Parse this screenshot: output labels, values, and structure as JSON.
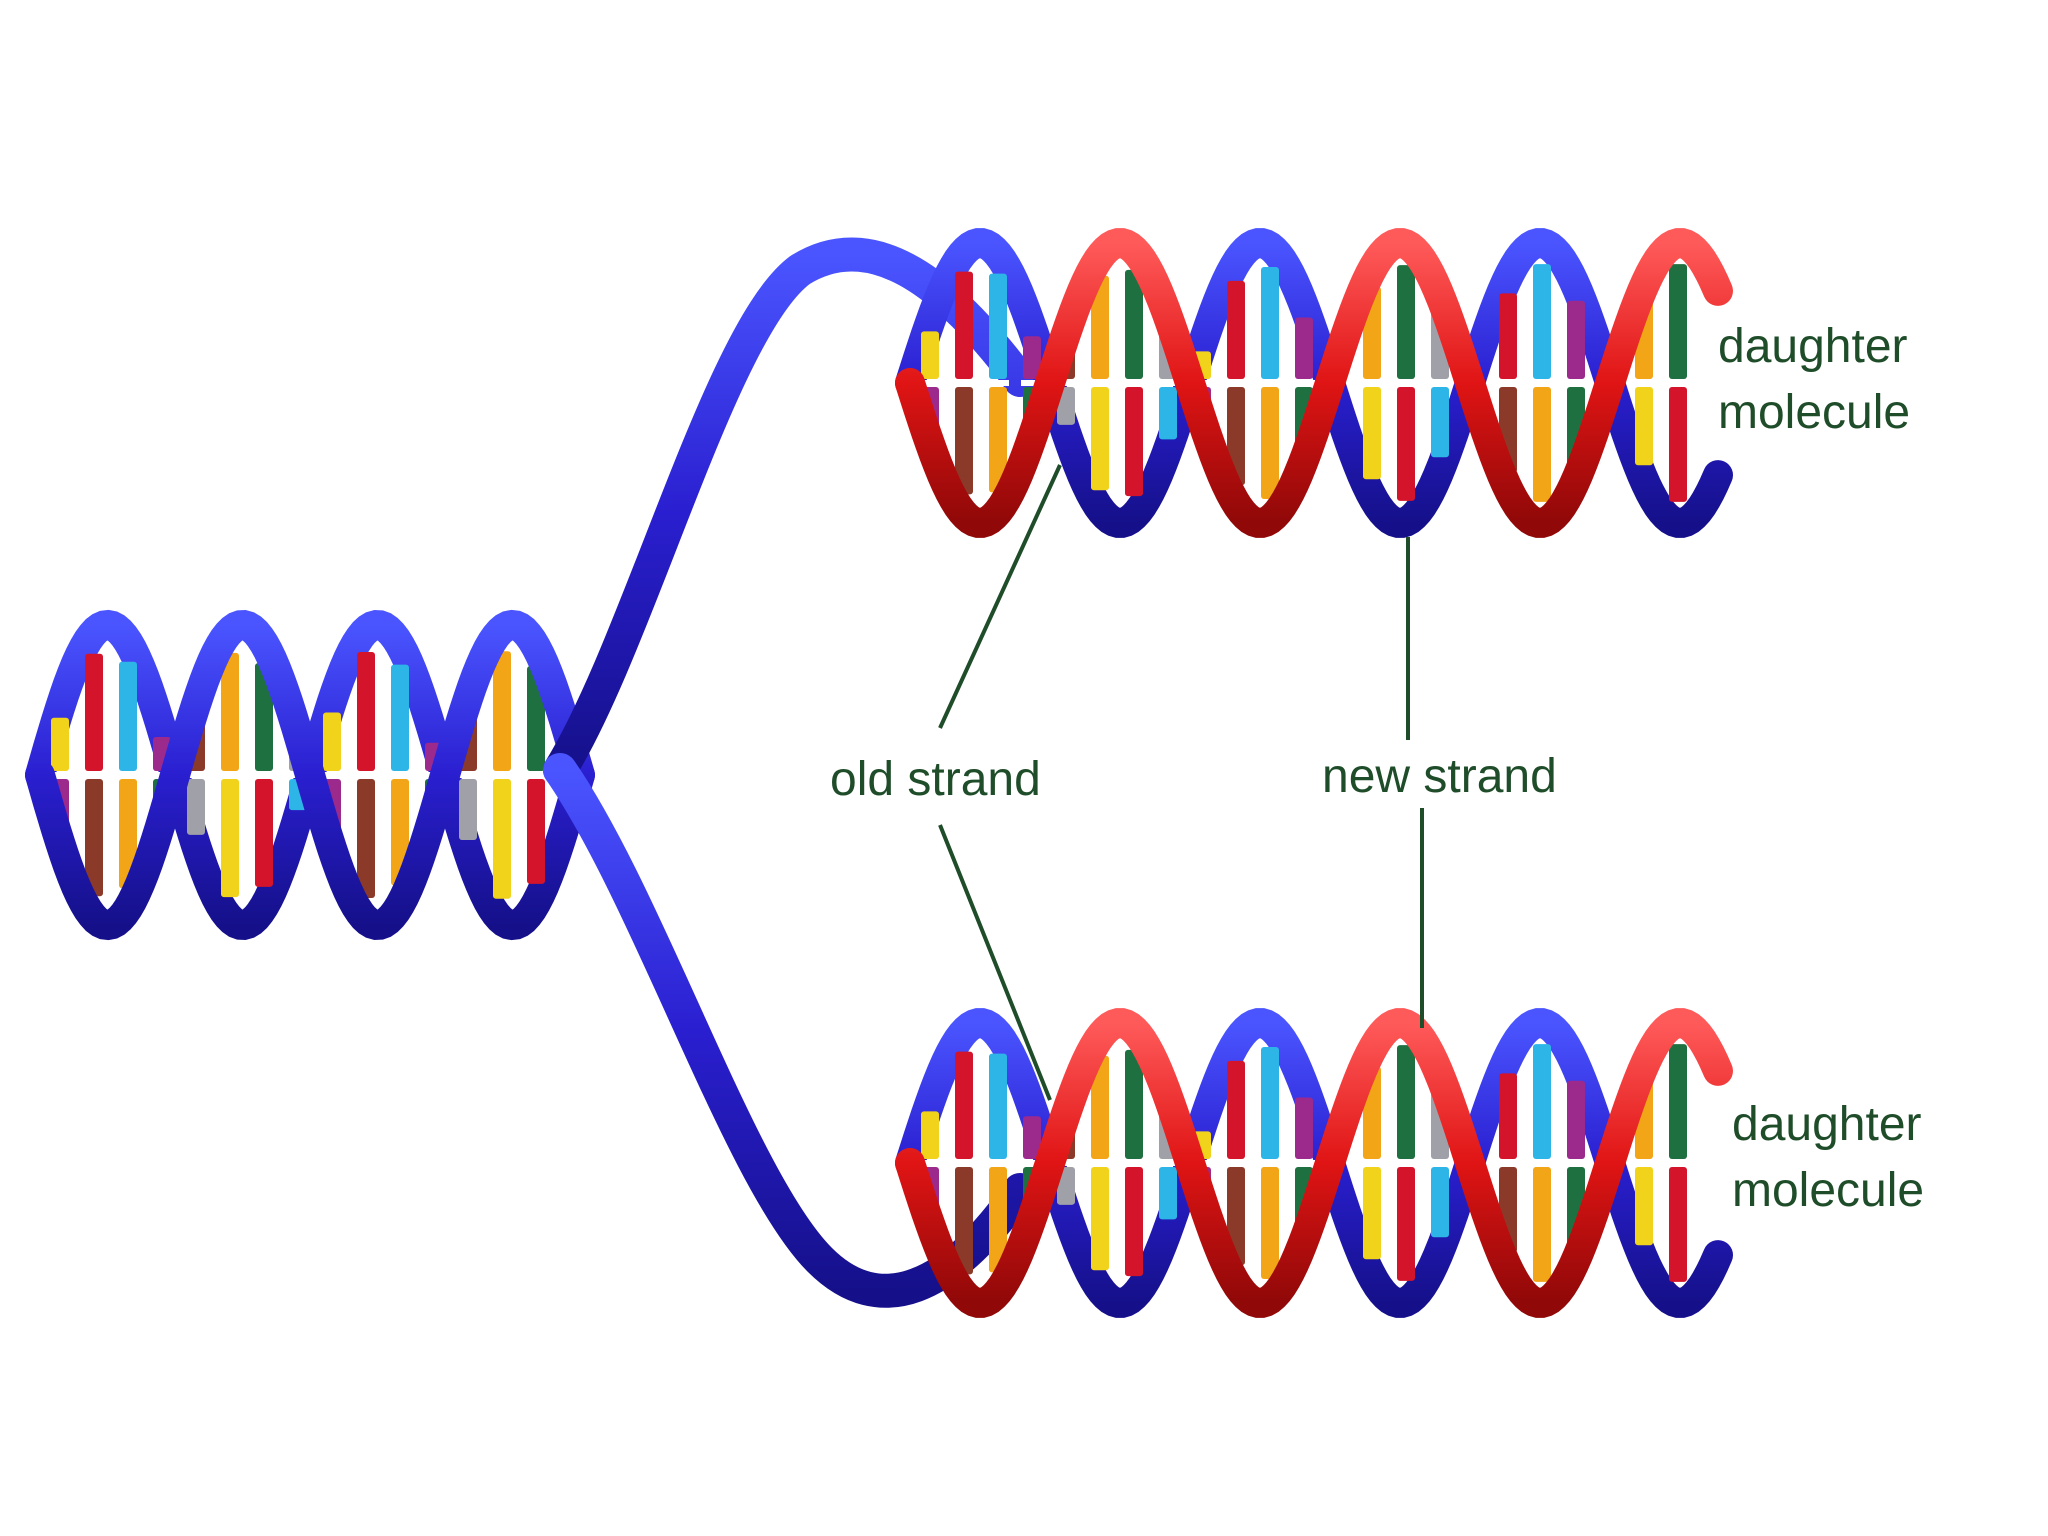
{
  "labels": {
    "daughter_top_line1": "daughter",
    "daughter_top_line2": "molecule",
    "daughter_bottom_line1": "daughter",
    "daughter_bottom_line2": "molecule",
    "old_strand": "old strand",
    "new_strand": "new strand"
  },
  "colors": {
    "old_strand": "#2a1fd0",
    "new_strand": "#e01414",
    "leader_line": "#1f4d2a",
    "background": "#ffffff"
  },
  "base_colors": [
    "#f2d31b",
    "#d3142a",
    "#2db5e8",
    "#9c2a8c",
    "#8b3a2a",
    "#f2a516",
    "#1e7040",
    "#a0a0a8"
  ],
  "icons": [
    "dna-helix-icon"
  ]
}
